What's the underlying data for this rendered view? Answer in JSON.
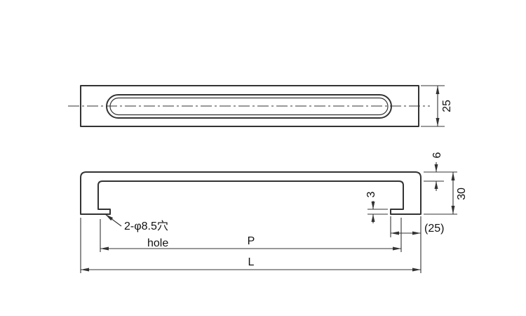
{
  "meta": {
    "line_color": "#333333",
    "text_color": "#111111",
    "background_color": "#ffffff"
  },
  "top_view": {
    "width_dim": "25"
  },
  "side_view": {
    "thickness_dim": "6",
    "height_dim": "30",
    "foot_thickness_dim": "3",
    "end_offset_dim": "(25)",
    "hole_callout": "2-φ8.5穴",
    "hole_callout_translation": "hole",
    "pitch_dim": "P",
    "length_dim": "L"
  }
}
